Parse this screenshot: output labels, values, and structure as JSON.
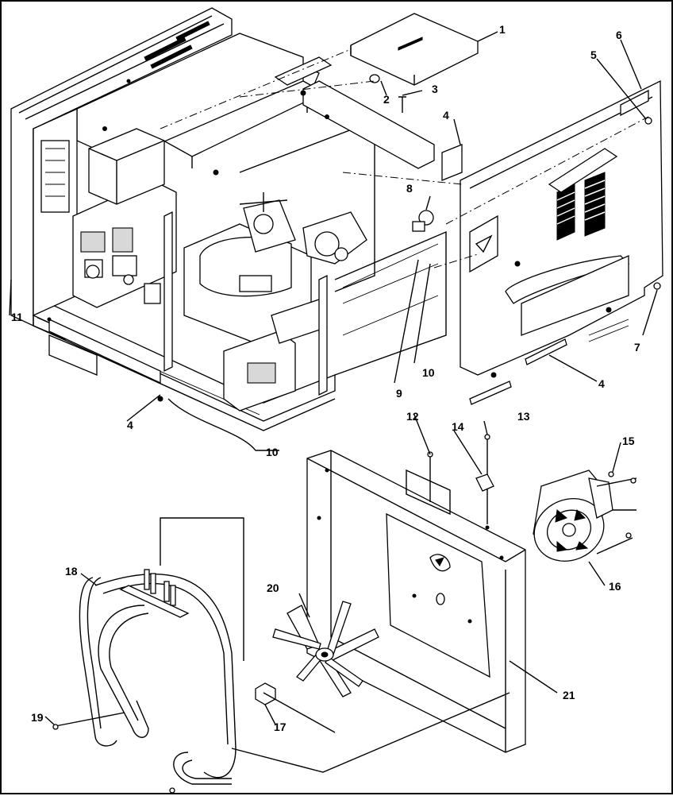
{
  "callouts": {
    "c1": "1",
    "c2": "2",
    "c3": "3",
    "c4a": "4",
    "c4b": "4",
    "c4c": "4",
    "c5": "5",
    "c6": "6",
    "c7": "7",
    "c8": "8",
    "c9": "9",
    "c10a": "10",
    "c10b": "10",
    "c11": "11",
    "c12": "12",
    "c13": "13",
    "c14": "14",
    "c15": "15",
    "c16": "16",
    "c17": "17",
    "c18": "18",
    "c19": "19",
    "c20": "20",
    "c21": "21"
  }
}
